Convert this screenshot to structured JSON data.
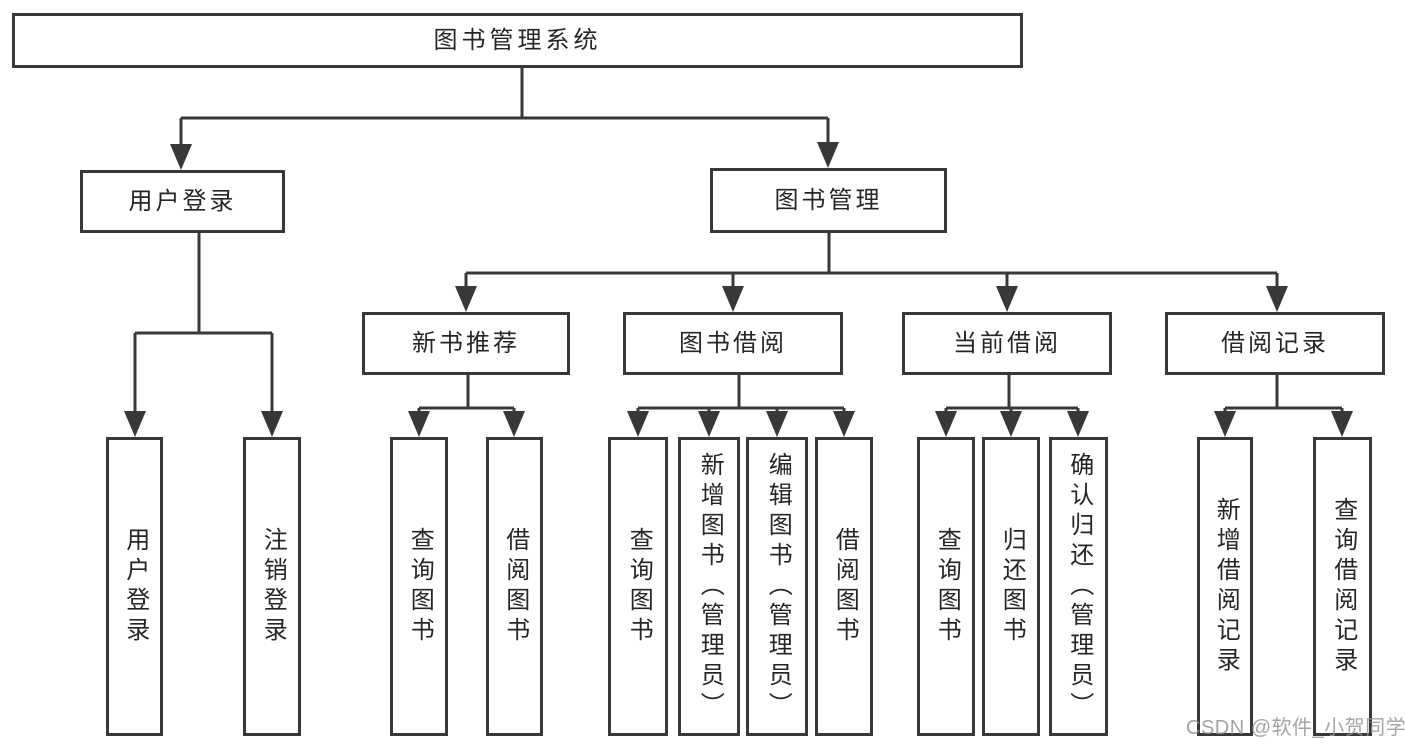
{
  "nodes": {
    "root": {
      "label": "图书管理系统"
    },
    "user_login": {
      "label": "用户登录"
    },
    "book_management": {
      "label": "图书管理"
    },
    "new_book_recommendation": {
      "label": "新书推荐"
    },
    "book_borrowing": {
      "label": "图书借阅"
    },
    "current_borrowing": {
      "label": "当前借阅"
    },
    "borrowing_records": {
      "label": "借阅记录"
    }
  },
  "leaves": [
    {
      "label": "用户登录",
      "parent": "user_login"
    },
    {
      "label": "注销登录",
      "parent": "user_login"
    },
    {
      "label": "查询图书",
      "parent": "new_book_recommendation"
    },
    {
      "label": "借阅图书",
      "parent": "new_book_recommendation"
    },
    {
      "label": "查询图书",
      "parent": "book_borrowing"
    },
    {
      "label": "新增图书（管理员）",
      "parent": "book_borrowing"
    },
    {
      "label": "编辑图书（管理员）",
      "parent": "book_borrowing"
    },
    {
      "label": "借阅图书",
      "parent": "book_borrowing"
    },
    {
      "label": "查询图书",
      "parent": "current_borrowing"
    },
    {
      "label": "归还图书",
      "parent": "current_borrowing"
    },
    {
      "label": "确认归还（管理员）",
      "parent": "current_borrowing"
    },
    {
      "label": "新增借阅记录",
      "parent": "borrowing_records"
    },
    {
      "label": "查询借阅记录",
      "parent": "borrowing_records"
    }
  ],
  "watermark": {
    "text": "CSDN @软件_小贺同学"
  },
  "colors": {
    "line": "#383838",
    "box_border": "#383838",
    "text": "#262626",
    "background": "#ffffff",
    "watermark_text": "#949494"
  }
}
